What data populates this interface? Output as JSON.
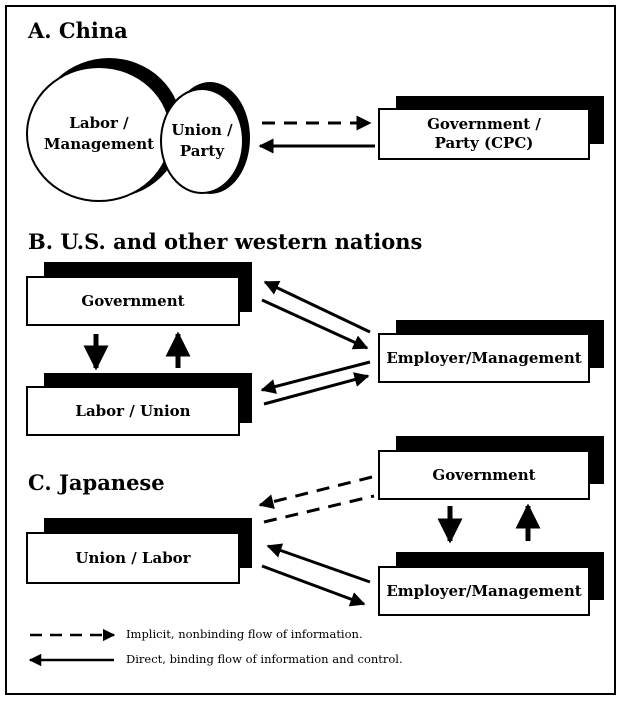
{
  "sections": {
    "a": {
      "title": "A.  China",
      "labor_management": [
        "Labor /",
        "Management"
      ],
      "union_party": [
        "Union /",
        "Party"
      ],
      "government_party": [
        "Government /",
        "Party (CPC)"
      ]
    },
    "b": {
      "title": "B.  U.S. and other western nations",
      "government": "Government",
      "labor_union": "Labor / Union",
      "employer_management": "Employer/Management"
    },
    "c": {
      "title": "C.  Japanese",
      "union_labor": "Union / Labor",
      "government": "Government",
      "employer_management": "Employer/Management"
    }
  },
  "legend": {
    "implicit": "Implicit, nonbinding flow of information.",
    "direct": "Direct, binding flow of information and control."
  }
}
